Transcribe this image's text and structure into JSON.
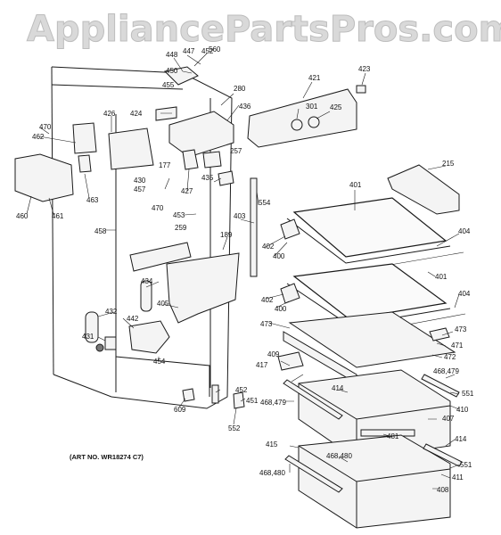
{
  "watermark": "AppliancePartsPros.com",
  "art_number": "(ART NO. WR18274 C7)",
  "callouts": [
    "447",
    "452",
    "560",
    "448",
    "450",
    "455",
    "280",
    "421",
    "423",
    "426",
    "424",
    "436",
    "301",
    "425",
    "470",
    "462",
    "177",
    "257",
    "215",
    "430",
    "457",
    "427",
    "435",
    "554",
    "401",
    "460",
    "461",
    "463",
    "470",
    "453",
    "403",
    "189",
    "458",
    "259",
    "402",
    "400",
    "404",
    "434",
    "405",
    "401",
    "402",
    "400",
    "404",
    "432",
    "442",
    "473",
    "473",
    "431",
    "409",
    "471",
    "472",
    "417",
    "454",
    "414",
    "468,479",
    "551",
    "410",
    "452",
    "451",
    "468,479",
    "407",
    "609",
    "552",
    "481",
    "415",
    "468,480",
    "414",
    "551",
    "411",
    "468,480",
    "408"
  ]
}
